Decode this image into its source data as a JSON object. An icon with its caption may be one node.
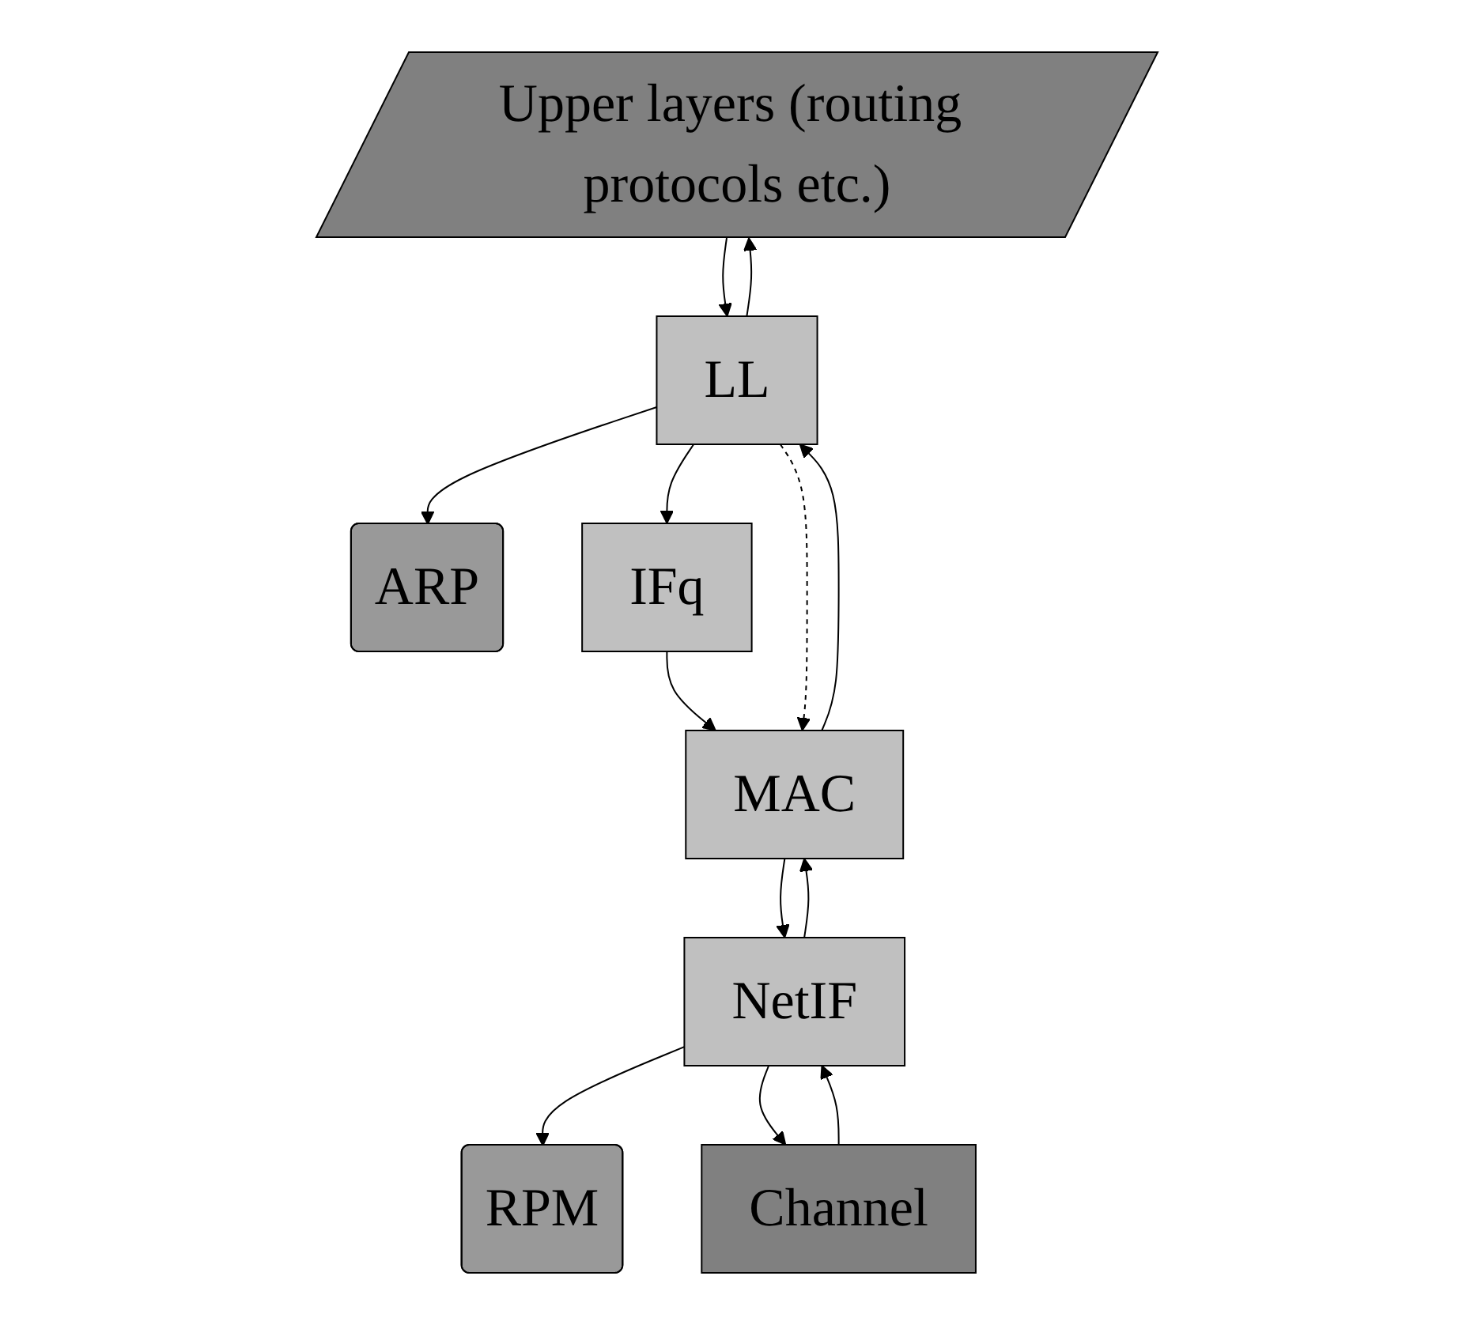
{
  "diagram": {
    "nodes": [
      {
        "text": [
          "Upper layers (routing protocols etc.)"
        ]
      },
      {
        "text": [
          "LL"
        ]
      },
      {
        "text": [
          "ARP"
        ]
      },
      {
        "text": [
          "IFq"
        ]
      },
      {
        "text": [
          "MAC"
        ]
      },
      {
        "text": [
          "RPM"
        ]
      },
      {
        "text": [
          "NetIF"
        ]
      },
      {
        "text": [
          "Channel"
        ]
      }
    ],
    "edges": [
      {
        "from": 0,
        "to": 1,
        "arrow": "to"
      },
      {
        "from": 1,
        "to": 0,
        "arrow": "to"
      },
      {
        "from": 1,
        "to": 2,
        "arrow": "to"
      },
      {
        "from": 1,
        "to": 3,
        "arrow": "to"
      },
      {
        "from": 3,
        "to": 4,
        "arrow": "to"
      },
      {
        "from": 4,
        "to": 1,
        "arrow": "to"
      },
      {
        "from": 1,
        "to": 4,
        "arrow": "to",
        "style": "dashed"
      },
      {
        "from": 4,
        "to": 6,
        "arrow": "to"
      },
      {
        "from": 6,
        "to": 4,
        "arrow": "to"
      },
      {
        "from": 6,
        "to": 5,
        "arrow": "to"
      },
      {
        "from": 6,
        "to": 7,
        "arrow": "to"
      },
      {
        "from": 7,
        "to": 6,
        "arrow": "to"
      }
    ]
  }
}
